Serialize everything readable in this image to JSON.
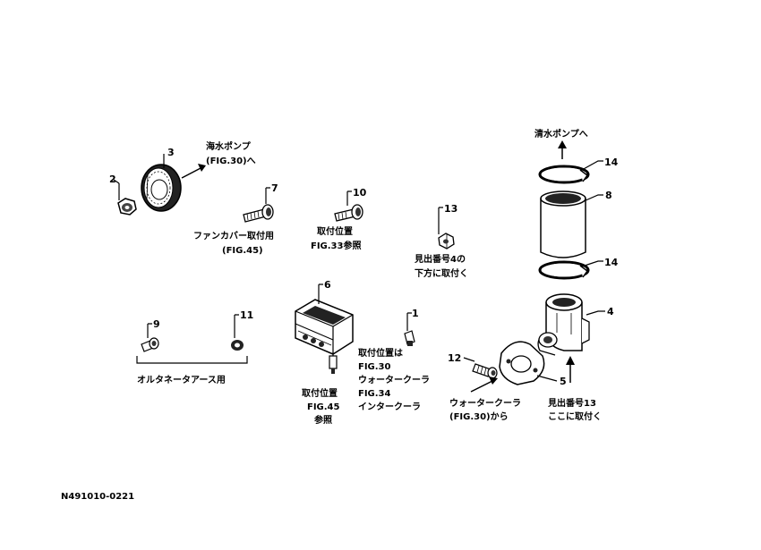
{
  "callouts": {
    "n1": "1",
    "n2": "2",
    "n3": "3",
    "n4": "4",
    "n5": "5",
    "n6": "6",
    "n7": "7",
    "n8": "8",
    "n9": "9",
    "n10": "10",
    "n11": "11",
    "n12": "12",
    "n13": "13",
    "n14a": "14",
    "n14b": "14"
  },
  "labels": {
    "seawater_pump": [
      "海水ポンプ",
      "(FIG.30)へ"
    ],
    "fresh_water_pump": "清水ポンプへ",
    "fan_cover": [
      "ファンカバー取付用",
      "(FIG.45)"
    ],
    "mount_fig33": [
      "取付位置",
      "FIG.33参照"
    ],
    "under_item4": [
      "見出番号4の",
      "下方に取付く"
    ],
    "alternator_ground": "オルタネータアース用",
    "mount_note": [
      "取付位置は",
      "FIG.30",
      "ウォータークーラ",
      "FIG.34",
      "インタークーラ"
    ],
    "mount_fig45": [
      "取付位置",
      "FIG.45",
      "参照"
    ],
    "from_water_cooler": [
      "ウォータークーラ",
      "(FIG.30)から"
    ],
    "attach_item13": [
      "見出番号13",
      "ここに取付く"
    ]
  },
  "drawing_code": "N491010-0221"
}
